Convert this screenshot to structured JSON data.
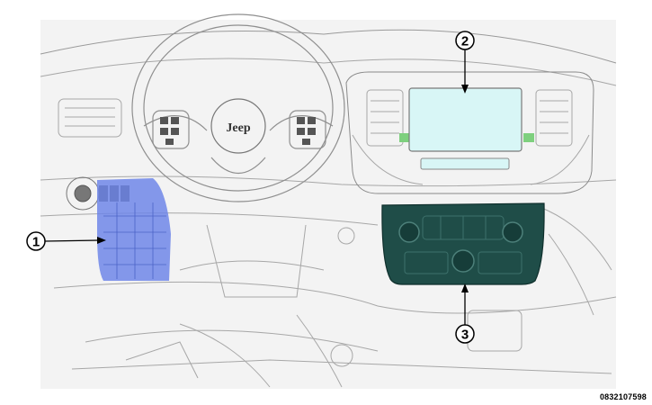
{
  "diagram": {
    "brand_logo_text": "Jeep",
    "figure_id": "0832107598",
    "callouts": [
      {
        "number": "1",
        "target": "blue-highlighted-module"
      },
      {
        "number": "2",
        "target": "touchscreen-display"
      },
      {
        "number": "3",
        "target": "climate-control-panel"
      }
    ],
    "colors": {
      "highlight_blue": "#6f86e8",
      "screen_cyan": "#d8f6f6",
      "panel_teal": "#1f4d48",
      "line_gray": "#9a9a9a",
      "vent_green": "#7ed07e"
    }
  }
}
